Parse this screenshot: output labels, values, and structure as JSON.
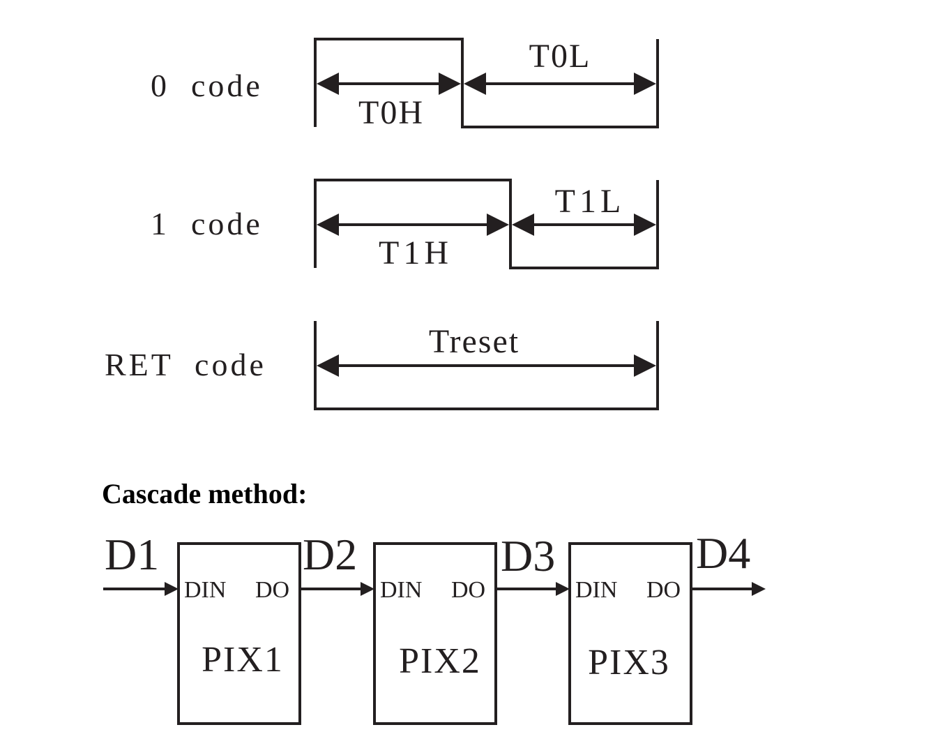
{
  "timing": {
    "zero_code": {
      "label": "0  code",
      "high": "T0H",
      "low": "T0L"
    },
    "one_code": {
      "label": "1  code",
      "high": "T1H",
      "low": "T1L"
    },
    "ret_code": {
      "label": "RET  code",
      "span": "Treset"
    }
  },
  "cascade": {
    "heading": "Cascade method:",
    "signals": [
      "D1",
      "D2",
      "D3",
      "D4"
    ],
    "pixels": [
      {
        "name": "PIX1",
        "din": "DIN",
        "do": "DO"
      },
      {
        "name": "PIX2",
        "din": "DIN",
        "do": "DO"
      },
      {
        "name": "PIX3",
        "din": "DIN",
        "do": "DO"
      }
    ]
  },
  "colors": {
    "ink": "#231f20",
    "background": "#ffffff"
  }
}
